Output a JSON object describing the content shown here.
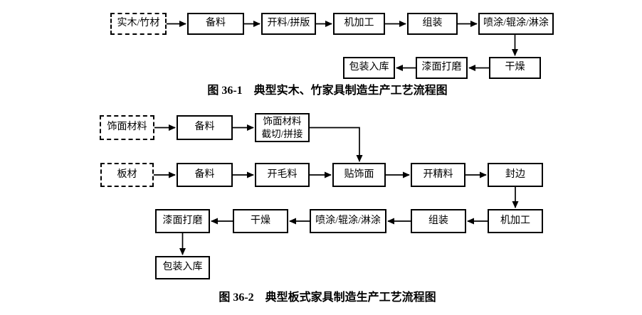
{
  "colors": {
    "stroke": "#000000",
    "background": "#ffffff",
    "text": "#000000"
  },
  "figure1": {
    "caption_label": "图 36-1",
    "caption_title": "典型实木、竹家具制造生产工艺流程图",
    "nodes": [
      {
        "label": "实木/竹材"
      },
      {
        "label": "备料"
      },
      {
        "label": "开料/拼版"
      },
      {
        "label": "机加工"
      },
      {
        "label": "组装"
      },
      {
        "label": "喷涂/辊涂/淋涂"
      },
      {
        "label": "干燥"
      },
      {
        "label": "漆面打磨"
      },
      {
        "label": "包装入库"
      }
    ]
  },
  "figure2": {
    "caption_label": "图 36-2",
    "caption_title": "典型板式家具制造生产工艺流程图",
    "nodes": [
      {
        "label": "饰面材料"
      },
      {
        "label": "备料"
      },
      {
        "label": "饰面材料",
        "label2": "截切/拼接"
      },
      {
        "label": "板材"
      },
      {
        "label": "备料"
      },
      {
        "label": "开毛料"
      },
      {
        "label": "贴饰面"
      },
      {
        "label": "开精料"
      },
      {
        "label": "封边"
      },
      {
        "label": "漆面打磨"
      },
      {
        "label": "干燥"
      },
      {
        "label": "喷涂/辊涂/淋涂"
      },
      {
        "label": "组装"
      },
      {
        "label": "机加工"
      },
      {
        "label": "包装入库"
      }
    ]
  }
}
